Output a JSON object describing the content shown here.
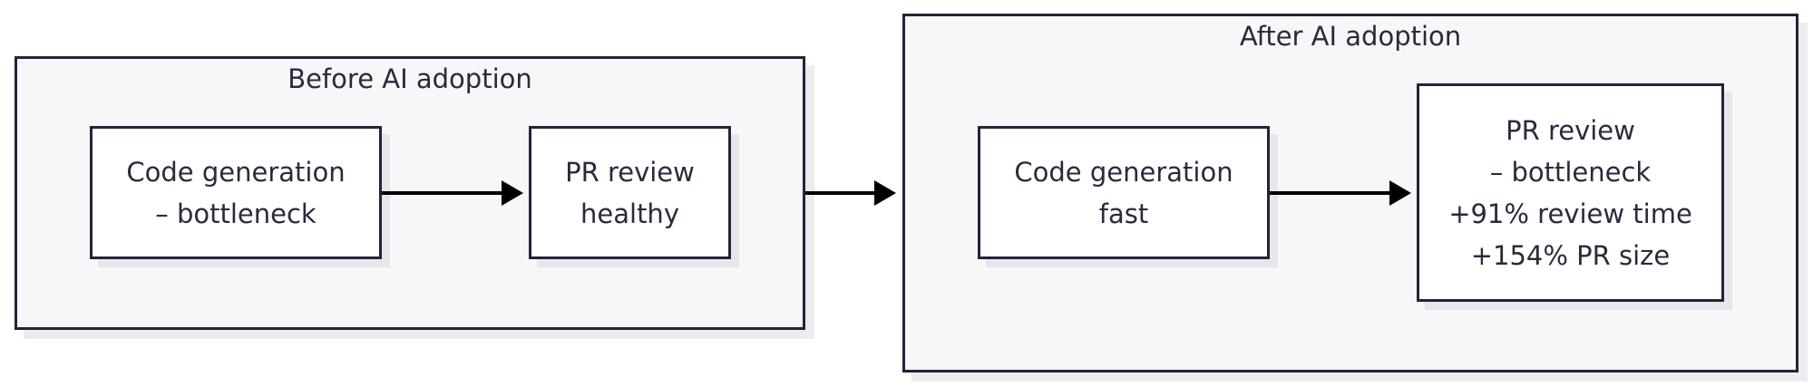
{
  "groups": {
    "before": {
      "title": "Before AI adoption",
      "nodes": {
        "codegen": {
          "lines": [
            "Code generation",
            "– bottleneck"
          ]
        },
        "review": {
          "lines": [
            "PR review",
            "healthy"
          ]
        }
      }
    },
    "after": {
      "title": "After AI adoption",
      "nodes": {
        "codegen": {
          "lines": [
            "Code generation",
            "fast"
          ]
        },
        "review": {
          "lines": [
            "PR review",
            "– bottleneck",
            "+91% review time",
            "+154% PR size"
          ]
        }
      }
    }
  },
  "colors": {
    "stroke": "#24233a",
    "group_fill": "#f7f7fa",
    "node_fill": "#ffffff",
    "text": "#2b2a3c"
  }
}
